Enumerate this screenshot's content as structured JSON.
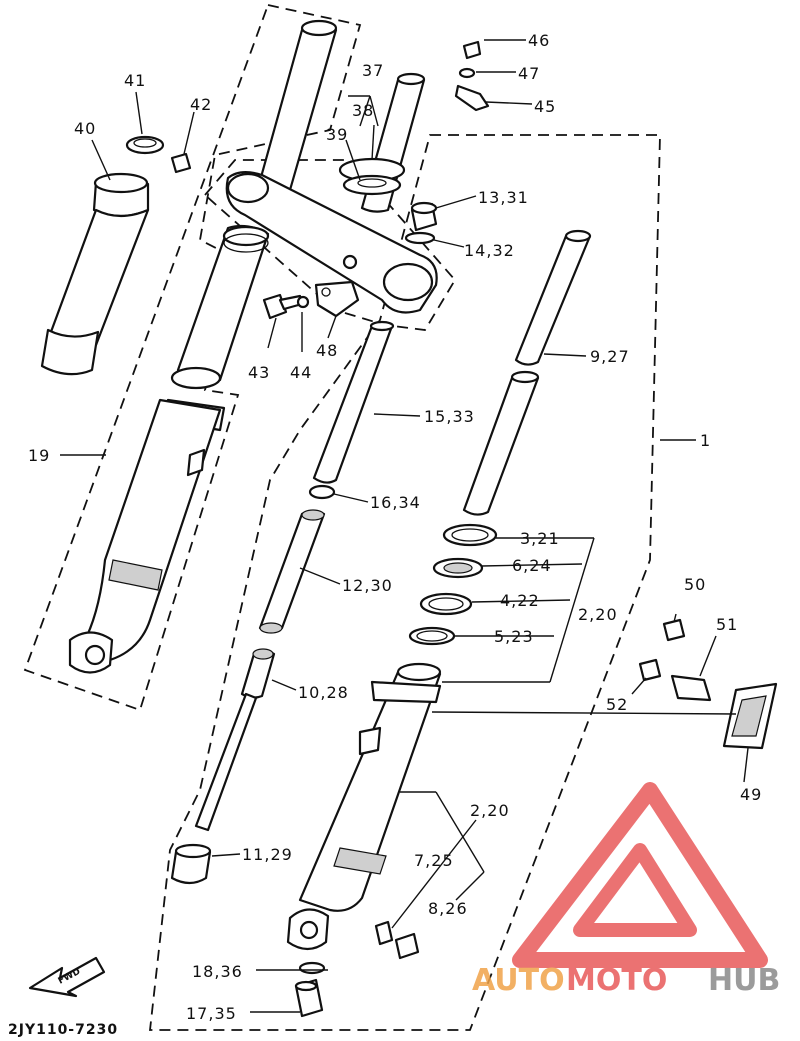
{
  "diagram": {
    "code": "2JY110-7230",
    "fwd_label": "FWD",
    "watermark": {
      "part1": "AUTO",
      "part2": "MOTO",
      "part3": "HUB",
      "color_red": "#e85a5a",
      "color_orange": "#f0a34a",
      "color_gray": "#8a8a8a"
    },
    "callouts": {
      "c1": "1",
      "c3_21": "3,21",
      "c6_24": "6,24",
      "c4_22": "4,22",
      "c5_23": "5,23",
      "c2_20a": "2,20",
      "c2_20b": "2,20",
      "c7_25": "7,25",
      "c8_26": "8,26",
      "c9_27": "9,27",
      "c10_28": "10,28",
      "c11_29": "11,29",
      "c12_30": "12,30",
      "c13_31": "13,31",
      "c14_32": "14,32",
      "c15_33": "15,33",
      "c16_34": "16,34",
      "c17_35": "17,35",
      "c18_36": "18,36",
      "c19": "19",
      "c37": "37",
      "c38": "38",
      "c39": "39",
      "c40": "40",
      "c41": "41",
      "c42": "42",
      "c43": "43",
      "c44": "44",
      "c45": "45",
      "c46": "46",
      "c47": "47",
      "c48": "48",
      "c49": "49",
      "c50": "50",
      "c51": "51",
      "c52": "52"
    }
  }
}
